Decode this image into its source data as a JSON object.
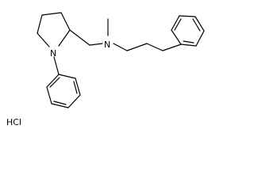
{
  "molecule": {
    "atoms": {
      "n_pyrrolidine": "N",
      "n_amine": "N",
      "salt": "HCl"
    }
  }
}
